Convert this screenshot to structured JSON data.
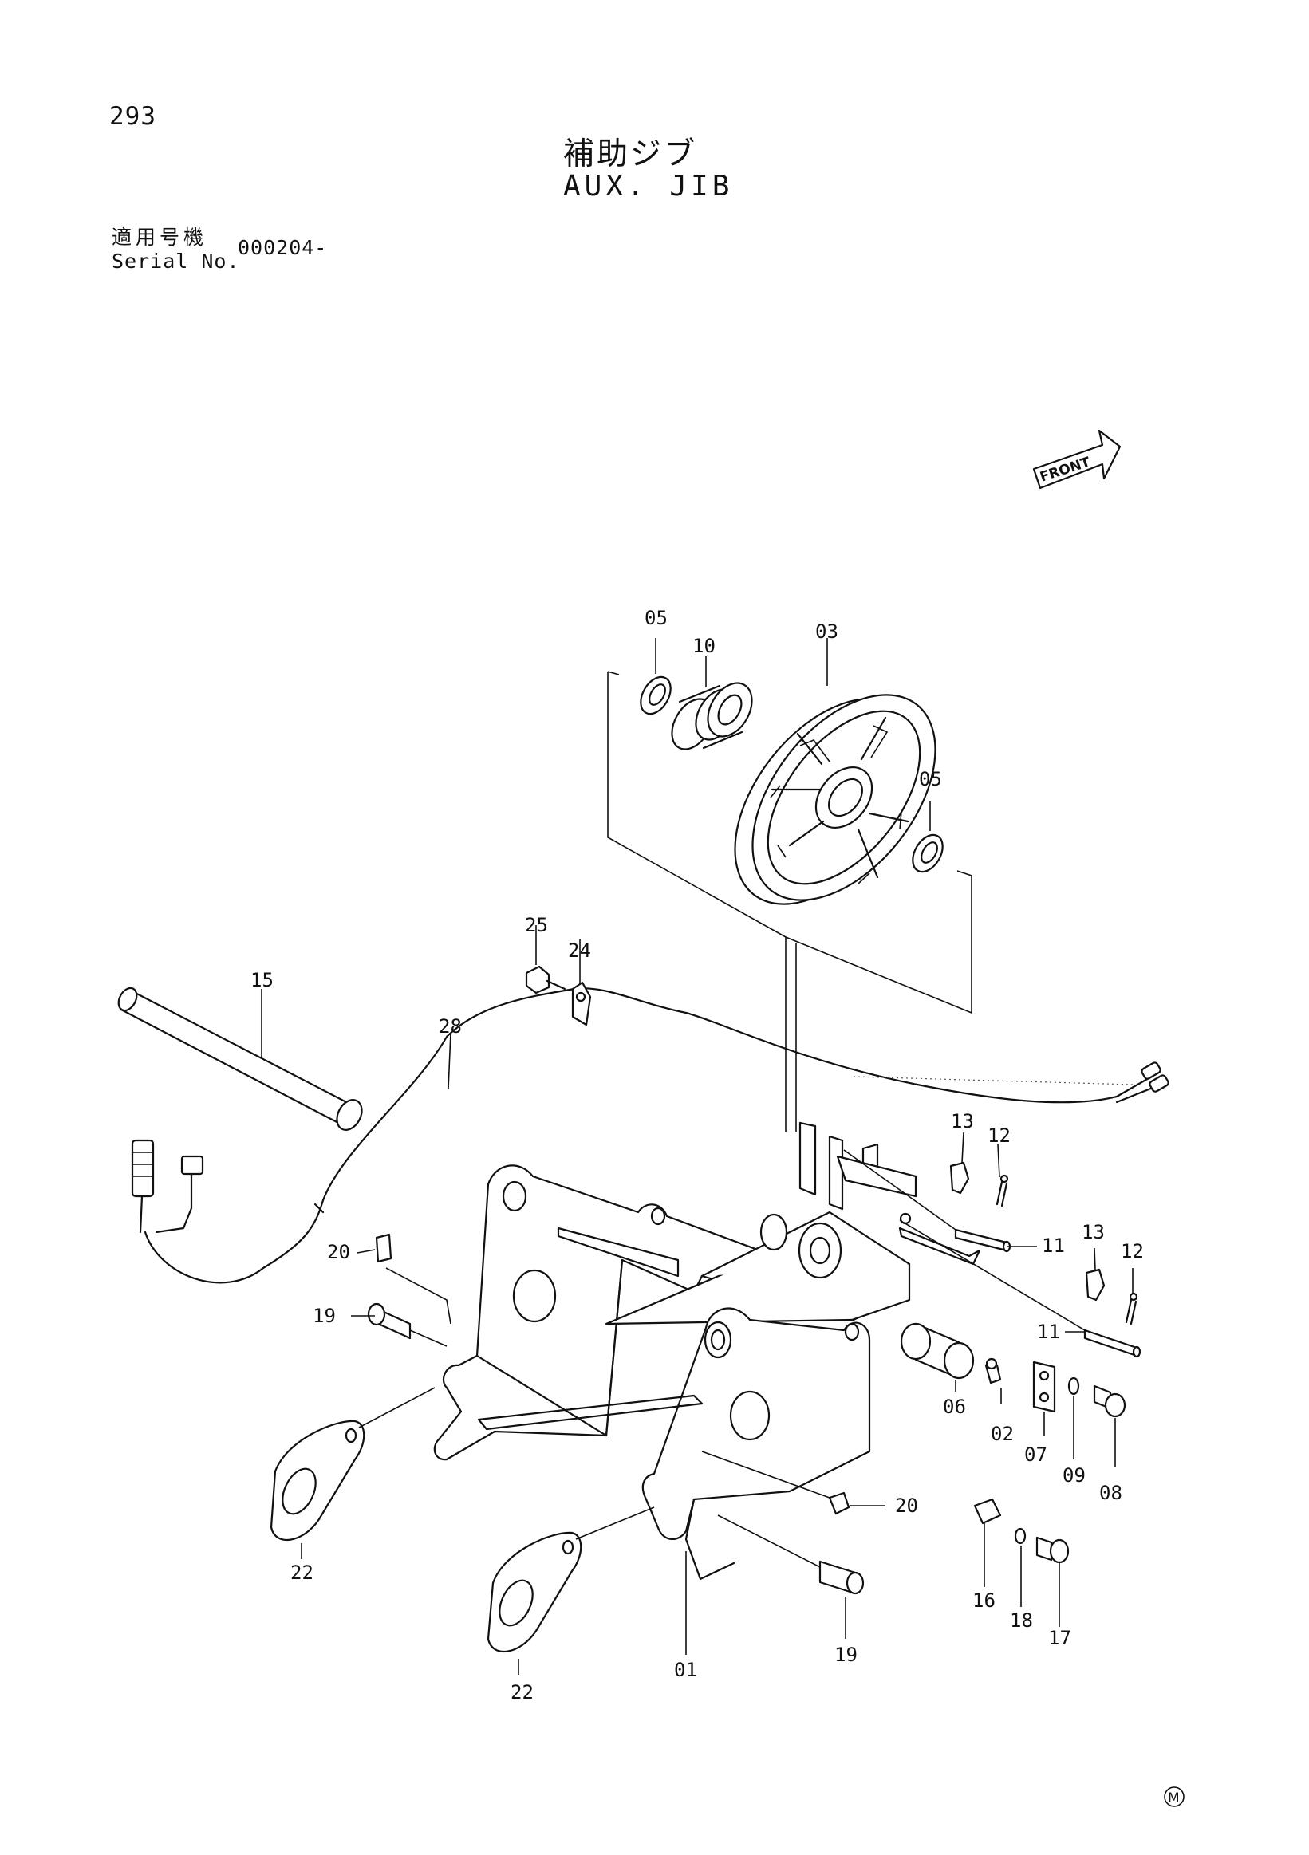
{
  "page": {
    "number": "293",
    "title_ja": "補助ジブ",
    "title_en": "AUX. JIB",
    "serial_label_ja": "適用号機",
    "serial_label_en": "Serial No.",
    "serial_value": "000204-"
  },
  "diagram": {
    "orientation_label": "FRONT",
    "mark": "M",
    "callouts": [
      {
        "id": "c05a",
        "label": "05"
      },
      {
        "id": "c10",
        "label": "10"
      },
      {
        "id": "c03",
        "label": "03"
      },
      {
        "id": "c05b",
        "label": "05"
      },
      {
        "id": "c25",
        "label": "25"
      },
      {
        "id": "c24",
        "label": "24"
      },
      {
        "id": "c15",
        "label": "15"
      },
      {
        "id": "c28",
        "label": "28"
      },
      {
        "id": "c13a",
        "label": "13"
      },
      {
        "id": "c12a",
        "label": "12"
      },
      {
        "id": "c11a",
        "label": "11"
      },
      {
        "id": "c13b",
        "label": "13"
      },
      {
        "id": "c12b",
        "label": "12"
      },
      {
        "id": "c11b",
        "label": "11"
      },
      {
        "id": "c20a",
        "label": "20"
      },
      {
        "id": "c19a",
        "label": "19"
      },
      {
        "id": "c06",
        "label": "06"
      },
      {
        "id": "c02",
        "label": "02"
      },
      {
        "id": "c07",
        "label": "07"
      },
      {
        "id": "c09",
        "label": "09"
      },
      {
        "id": "c08",
        "label": "08"
      },
      {
        "id": "c20b",
        "label": "20"
      },
      {
        "id": "c16",
        "label": "16"
      },
      {
        "id": "c18",
        "label": "18"
      },
      {
        "id": "c17",
        "label": "17"
      },
      {
        "id": "c22a",
        "label": "22"
      },
      {
        "id": "c22b",
        "label": "22"
      },
      {
        "id": "c01",
        "label": "01"
      },
      {
        "id": "c19b",
        "label": "19"
      }
    ]
  }
}
